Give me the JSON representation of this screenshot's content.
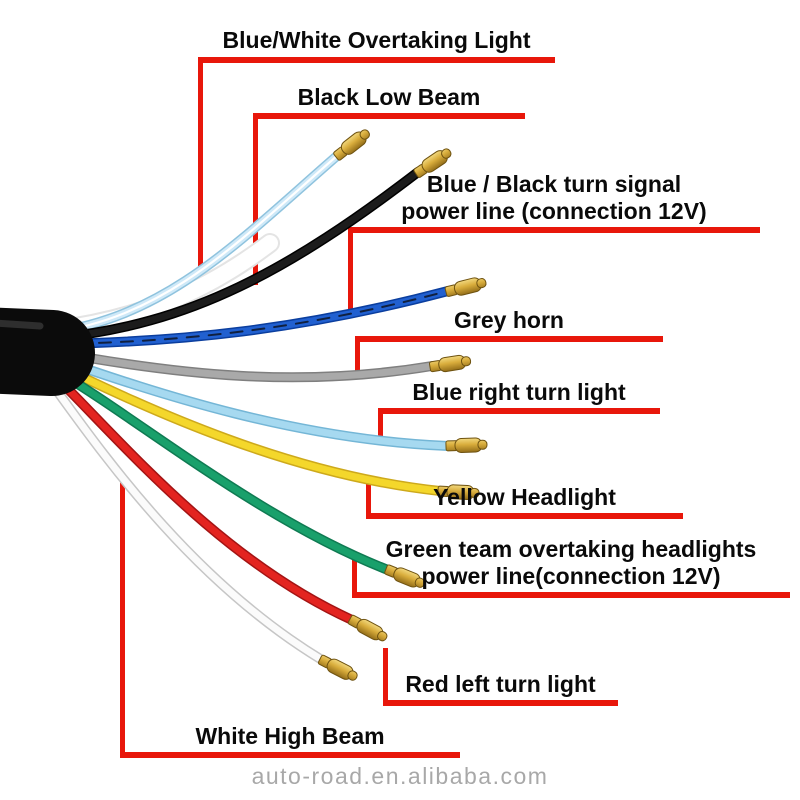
{
  "diagram": {
    "watermark": "auto-road.en.alibaba.com",
    "callout_color": "#e8170b",
    "labels": {
      "overtaking": "Blue/White Overtaking Light",
      "low_beam": "Black Low Beam",
      "turn_signal_line1": "Blue / Black turn signal",
      "turn_signal_line2": "power line (connection 12V)",
      "horn": "Grey horn",
      "right_turn": "Blue right turn light",
      "headlight": "Yellow Headlight",
      "overtaking_power_line1": "Green team overtaking headlights",
      "overtaking_power_line2": "power line(connection 12V)",
      "left_turn": "Red left turn light",
      "high_beam": "White High Beam"
    },
    "wires": {
      "blue_white": {
        "color": "#cfe9f8"
      },
      "black": {
        "color": "#1c1c1c"
      },
      "blue": {
        "color": "#2160d0"
      },
      "grey": {
        "color": "#a9a9a9"
      },
      "light_blue": {
        "color": "#a6d9f0"
      },
      "yellow": {
        "color": "#f4d72b"
      },
      "green": {
        "color": "#19a06b"
      },
      "red": {
        "color": "#e32420"
      },
      "white": {
        "color": "#fbfbfb"
      }
    }
  }
}
